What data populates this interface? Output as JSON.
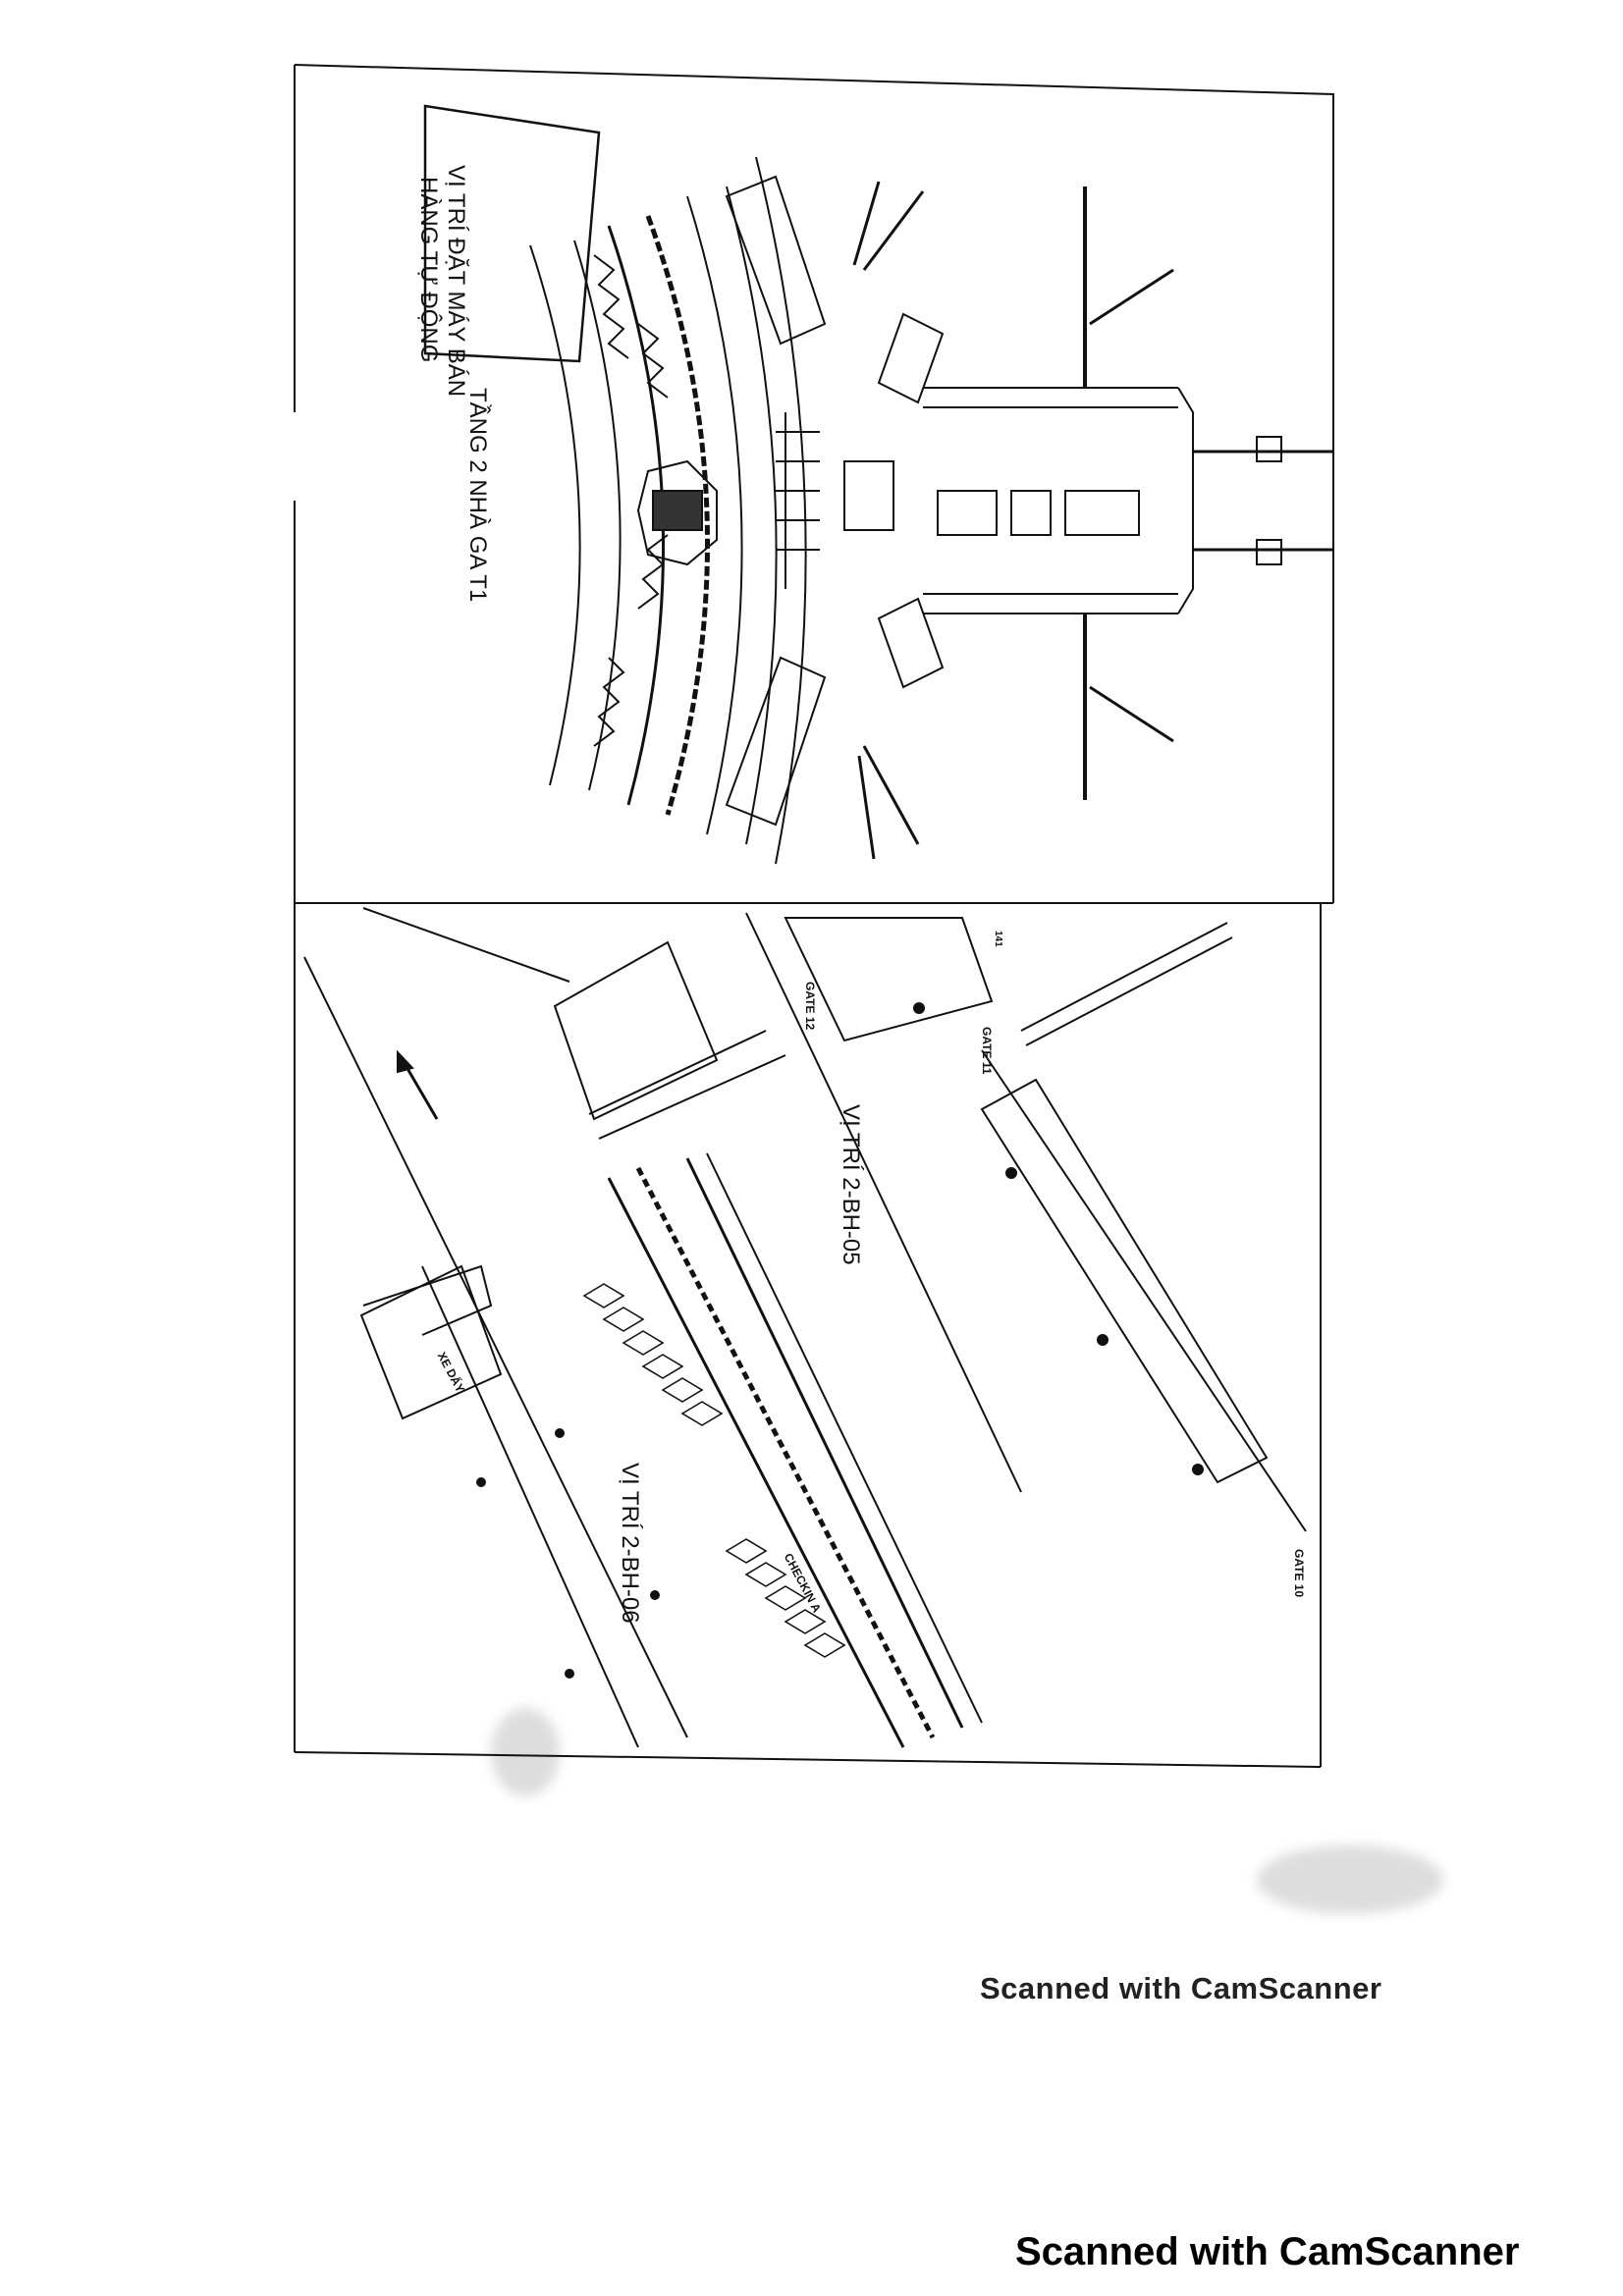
{
  "top_plan": {
    "title": "TẦNG 2 NHÀ GA T1",
    "callout_line1": "VỊ TRÍ ĐẶT MÁY BÁN",
    "callout_line2": "HÀNG TỰ ĐỘNG"
  },
  "bottom_plan": {
    "gate_12": "GATE 12",
    "gate_11": "GATE 11",
    "gate_10": "GATE 10",
    "gate_label_small": "141",
    "location_05": "VỊ TRÍ 2-BH-05",
    "location_06": "VỊ TRÍ 2-BH-06",
    "trolley": "XE DẨY",
    "checkin": "CHECKIN A"
  },
  "footer": {
    "watermark_1": "Scanned with CamScanner",
    "watermark_2": "Scanned with CamScanner"
  },
  "colors": {
    "ink": "#111111",
    "paper": "#ffffff"
  }
}
